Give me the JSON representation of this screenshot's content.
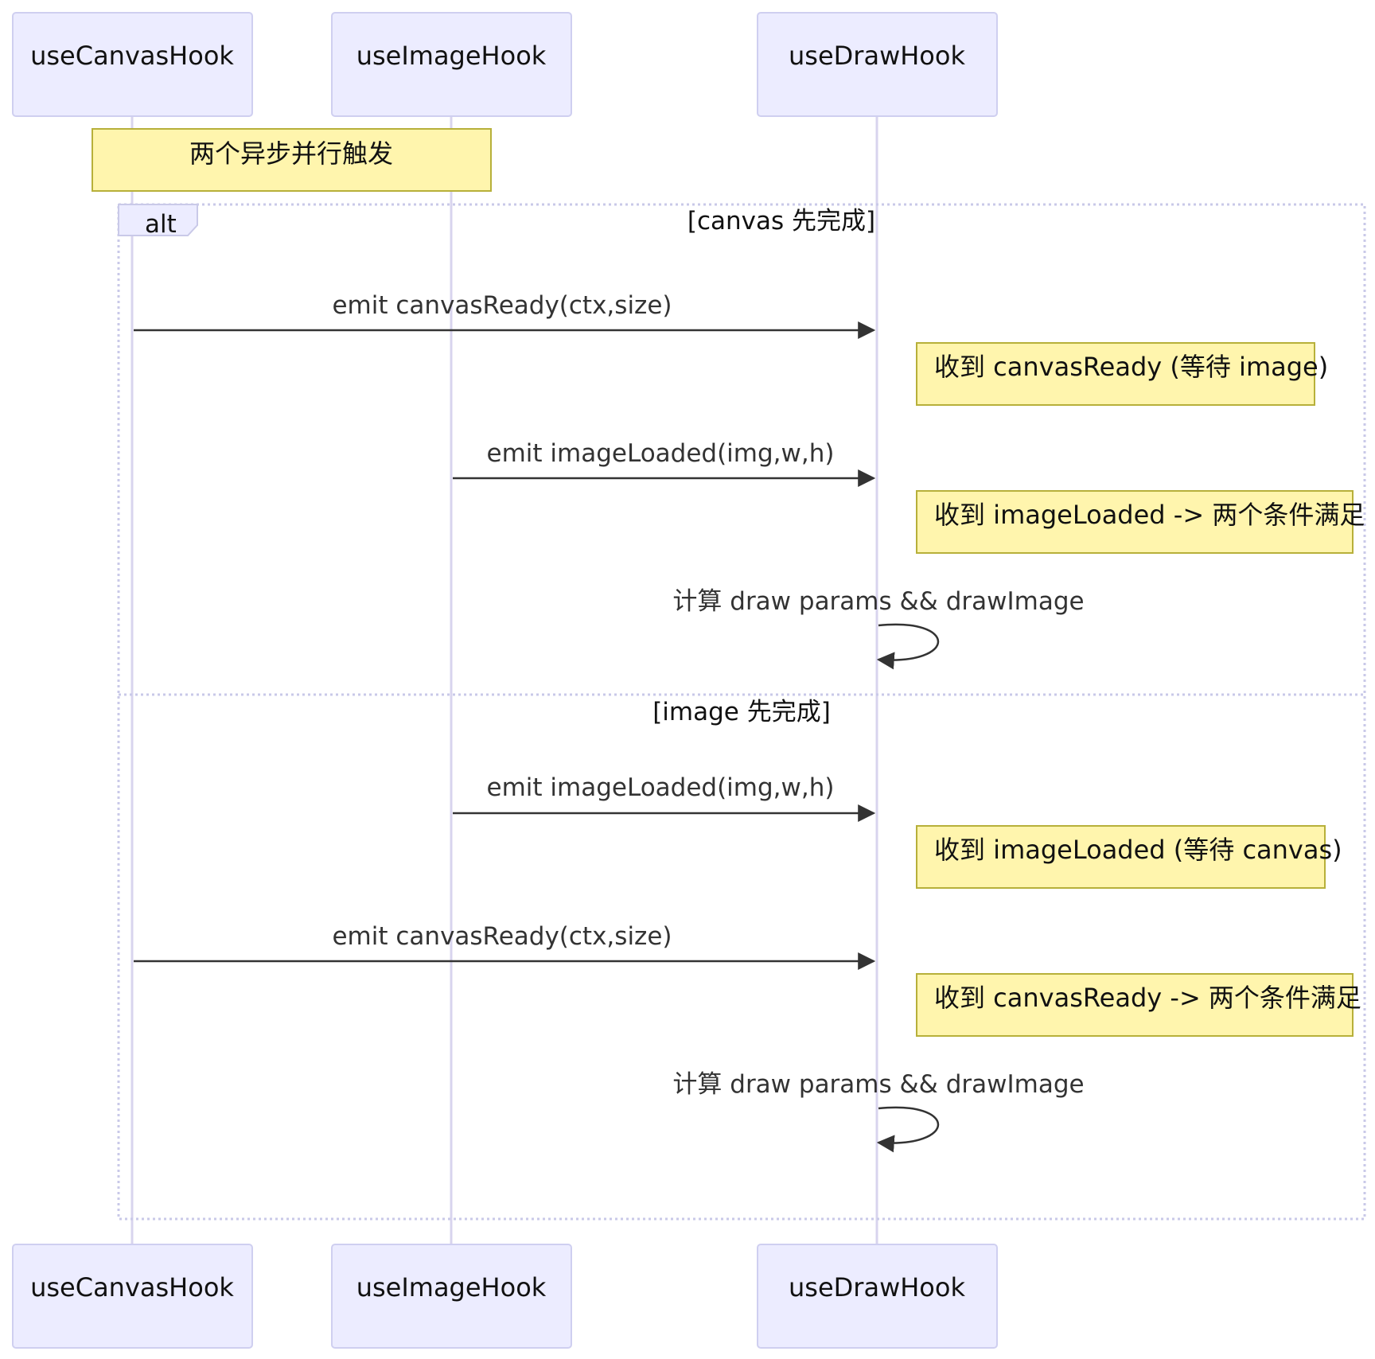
{
  "actors": [
    {
      "id": "canvas",
      "label": "useCanvasHook"
    },
    {
      "id": "image",
      "label": "useImageHook"
    },
    {
      "id": "draw",
      "label": "useDrawHook"
    }
  ],
  "intro_note": "两个异步并行触发",
  "alt": {
    "label": "alt",
    "sections": [
      {
        "guard": "[canvas 先完成]",
        "messages": [
          {
            "from": "canvas",
            "to": "draw",
            "text": "emit canvasReady(ctx,size)"
          },
          {
            "note": "收到 canvasReady (等待 image)"
          },
          {
            "from": "image",
            "to": "draw",
            "text": "emit imageLoaded(img,w,h)"
          },
          {
            "note": "收到 imageLoaded -> 两个条件满足"
          },
          {
            "from": "draw",
            "to": "draw",
            "text": "计算 draw params && drawImage"
          }
        ]
      },
      {
        "guard": "[image 先完成]",
        "messages": [
          {
            "from": "image",
            "to": "draw",
            "text": "emit imageLoaded(img,w,h)"
          },
          {
            "note": "收到 imageLoaded (等待 canvas)"
          },
          {
            "from": "canvas",
            "to": "draw",
            "text": "emit canvasReady(ctx,size)"
          },
          {
            "note": "收到 canvasReady -> 两个条件满足"
          },
          {
            "from": "draw",
            "to": "draw",
            "text": "计算 draw params && drawImage"
          }
        ]
      }
    ]
  }
}
